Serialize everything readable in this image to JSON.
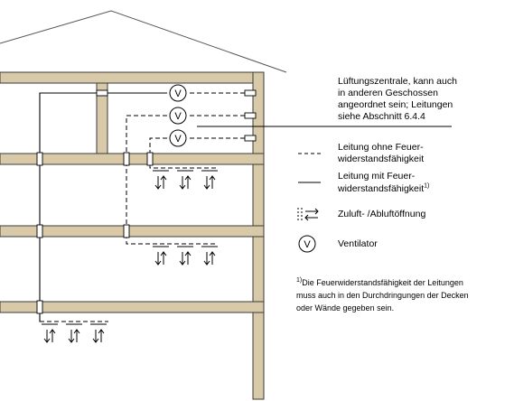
{
  "callout": {
    "lines": [
      "Lüftungszentrale, kann auch",
      "in anderen Geschossen",
      "angeordnet sein; Leitungen",
      "siehe Abschnitt 6.4.4"
    ]
  },
  "legend": {
    "dashed_line_1": "Leitung ohne Feuer-",
    "dashed_line_2": "widerstandsfähigkeit",
    "solid_line_1": "Leitung mit Feuer-",
    "solid_line_2": "widerstandsfähigkeit",
    "solid_footnote_mark": "1)",
    "opening": "Zuluft- /Abluftöffnung",
    "fan_symbol": "V",
    "fan": "Ventilator"
  },
  "footnote": {
    "mark": "1)",
    "line1": "Die Feuerwiderstandsfähigkeit der Leitungen",
    "line2": "muss auch in den Durchdringungen der Decken",
    "line3": "oder Wände gegeben sein."
  },
  "fans": [
    "V",
    "V",
    "V"
  ],
  "colors": {
    "wall": "#d8c9a9",
    "wall_edge": "#3a3a3a",
    "line": "#000000"
  }
}
